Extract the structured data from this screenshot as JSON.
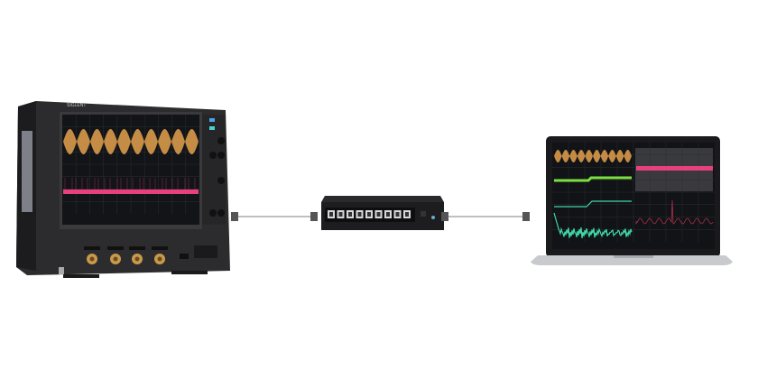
{
  "diagram": {
    "oscilloscope": {
      "logo": "SIGLENT",
      "channel_count": 4
    },
    "switch": {
      "port_count": 9
    },
    "laptop": {},
    "colors": {
      "ch1": "#d9994a",
      "ch2": "#e8407a",
      "ch3": "#7be040",
      "ch4": "#40d8a8",
      "cable": "#9a9a9a",
      "body": "#2c2b2d"
    }
  }
}
